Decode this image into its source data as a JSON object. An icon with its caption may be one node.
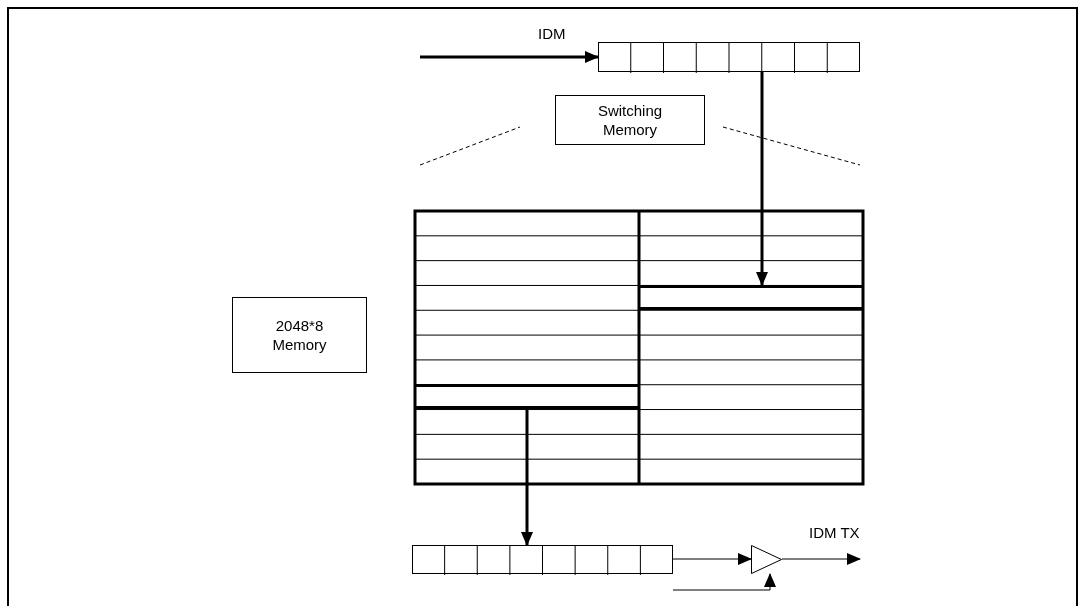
{
  "diagram": {
    "nodes": [
      {
        "text": [
          "2048*8 Memory"
        ]
      },
      {
        "text": [
          "Switching Memory"
        ]
      },
      {
        "text": [],
        "shape": "box"
      },
      {
        "text": [],
        "shape": "box"
      },
      {
        "text": [],
        "shape": "bar",
        "in": 3
      },
      {
        "text": [],
        "shape": "bar",
        "in": 3
      },
      {
        "text": [],
        "shape": "box"
      },
      {
        "text": [],
        "shape": "triangle"
      }
    ],
    "edges": [
      {
        "from": null,
        "to": 2,
        "arrow": "to",
        "label": "IDM",
        "style": "thick"
      },
      {
        "from": 2,
        "to": 4,
        "arrow": "to",
        "style": "thick"
      },
      {
        "from": 5,
        "to": 6,
        "arrow": "to",
        "style": "thick"
      },
      {
        "from": 6,
        "to": 7,
        "arrow": "to"
      },
      {
        "from": null,
        "to": 7,
        "arrow": "to"
      },
      {
        "from": 7,
        "to": null,
        "arrow": "to",
        "label": "IDM TX"
      }
    ]
  }
}
